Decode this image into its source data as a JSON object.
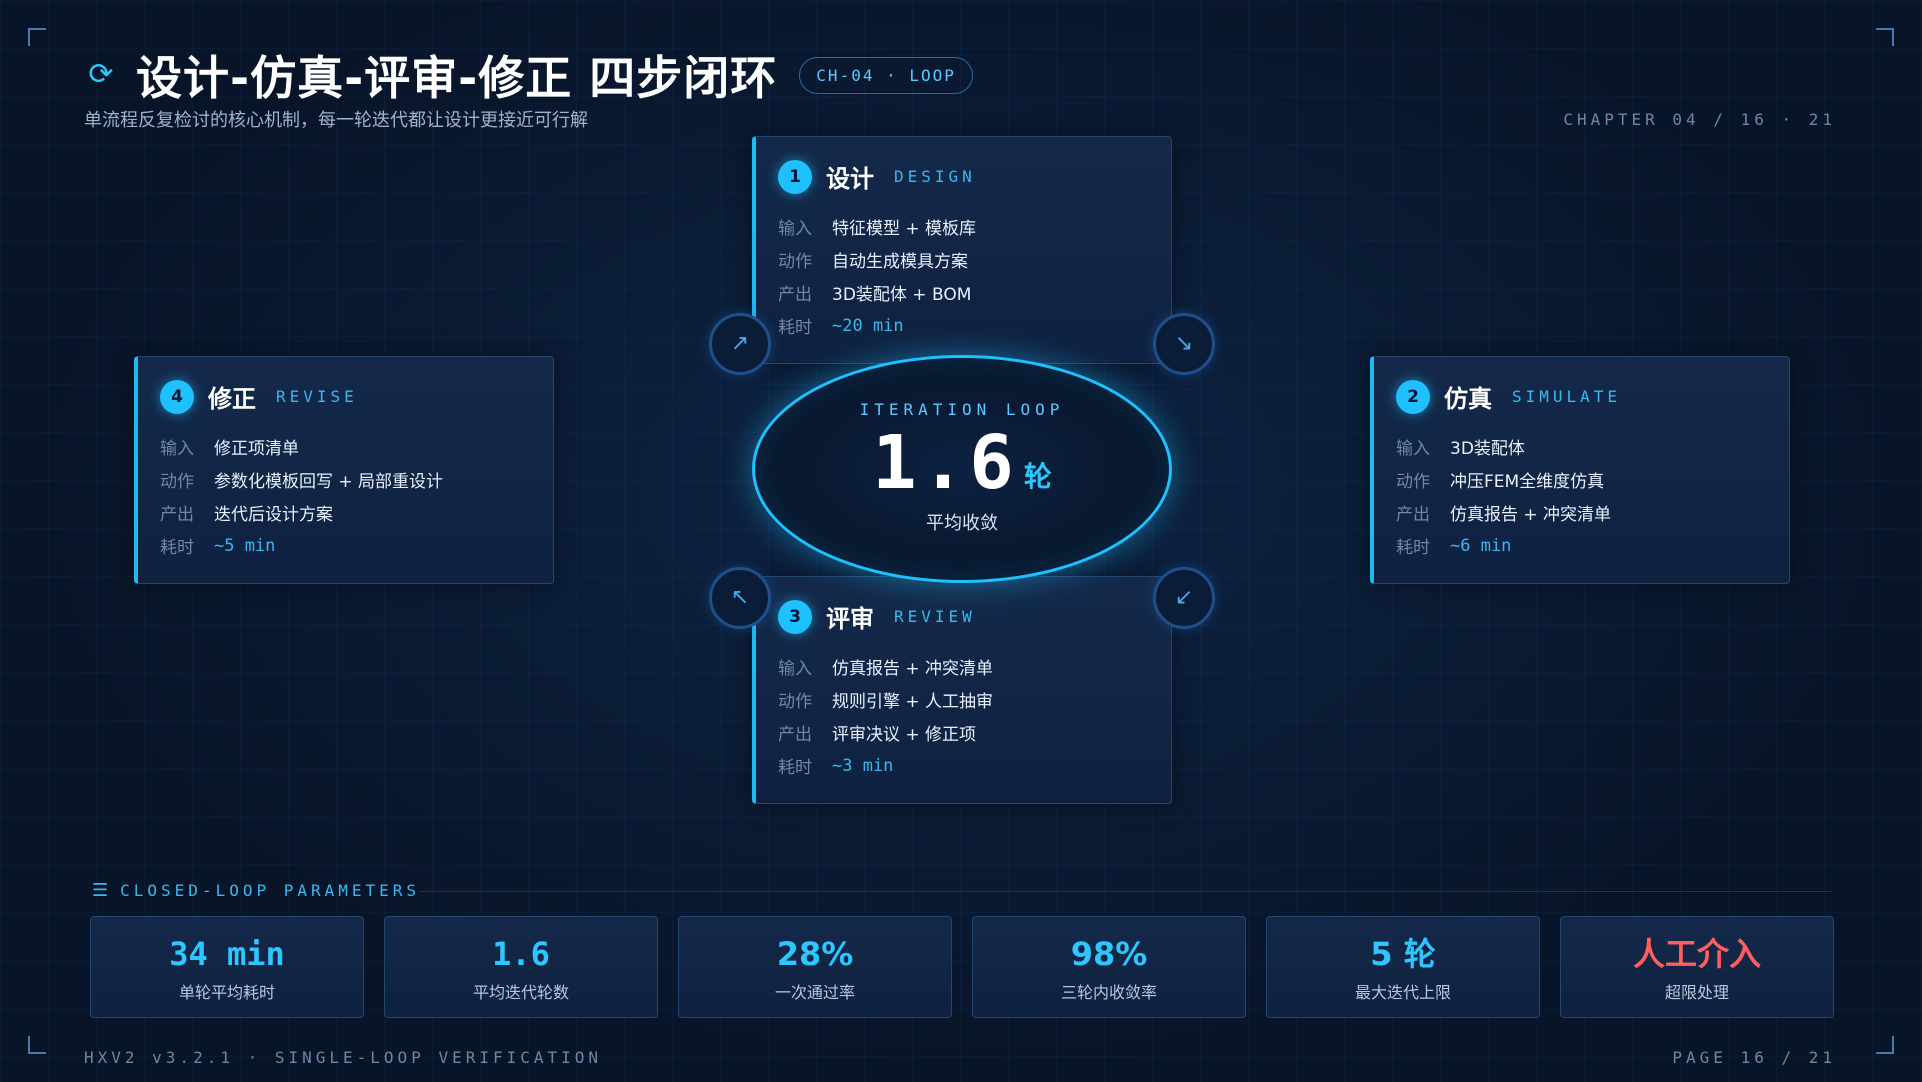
{
  "header": {
    "title": "设计-仿真-评审-修正 四步闭环",
    "chip": "CH-04 · LOOP",
    "subtitle": "单流程反复检讨的核心机制，每一轮迭代都让设计更接近可行解",
    "chapter": "CHAPTER 04 / 16 · 21"
  },
  "steps": [
    {
      "num": "1",
      "name": "设计",
      "en": "DESIGN",
      "rows": [
        {
          "k": "输入",
          "v": "特征模型 + 模板库"
        },
        {
          "k": "动作",
          "v": "自动生成模具方案"
        },
        {
          "k": "产出",
          "v": "3D装配体 + BOM"
        },
        {
          "k": "耗时",
          "v": "~20 min"
        }
      ]
    },
    {
      "num": "2",
      "name": "仿真",
      "en": "SIMULATE",
      "rows": [
        {
          "k": "输入",
          "v": "3D装配体"
        },
        {
          "k": "动作",
          "v": "冲压FEM全维度仿真"
        },
        {
          "k": "产出",
          "v": "仿真报告 + 冲突清单"
        },
        {
          "k": "耗时",
          "v": "~6 min"
        }
      ]
    },
    {
      "num": "3",
      "name": "评审",
      "en": "REVIEW",
      "rows": [
        {
          "k": "输入",
          "v": "仿真报告 + 冲突清单"
        },
        {
          "k": "动作",
          "v": "规则引擎 + 人工抽审"
        },
        {
          "k": "产出",
          "v": "评审决议 + 修正项"
        },
        {
          "k": "耗时",
          "v": "~3 min"
        }
      ]
    },
    {
      "num": "4",
      "name": "修正",
      "en": "REVISE",
      "rows": [
        {
          "k": "输入",
          "v": "修正项清单"
        },
        {
          "k": "动作",
          "v": "参数化模板回写 + 局部重设计"
        },
        {
          "k": "产出",
          "v": "迭代后设计方案"
        },
        {
          "k": "耗时",
          "v": "~5 min"
        }
      ]
    }
  ],
  "center": {
    "label": "ITERATION LOOP",
    "value": "1.6",
    "unit": "轮",
    "caption": "平均收敛"
  },
  "arrows": {
    "tl": "↗",
    "tr": "↘",
    "bl": "↖",
    "br": "↙"
  },
  "params": {
    "label": "CLOSED-LOOP PARAMETERS",
    "items": [
      {
        "value": "34 min",
        "label": "单轮平均耗时"
      },
      {
        "value": "1.6",
        "label": "平均迭代轮数"
      },
      {
        "value": "28%",
        "label": "一次通过率"
      },
      {
        "value": "98%",
        "label": "三轮内收敛率"
      },
      {
        "value": "5 轮",
        "label": "最大迭代上限"
      },
      {
        "value": "人工介入",
        "label": "超限处理"
      }
    ]
  },
  "footer": {
    "left": "HXV2 v3.2.1 · SINGLE-LOOP VERIFICATION",
    "right": "PAGE 16 / 21"
  },
  "colors": {
    "accent": "#1ec0ff",
    "alert": "#ff5e5e",
    "background": "#081428"
  },
  "icons": [
    "refresh-loop-icon",
    "sliders-icon"
  ]
}
